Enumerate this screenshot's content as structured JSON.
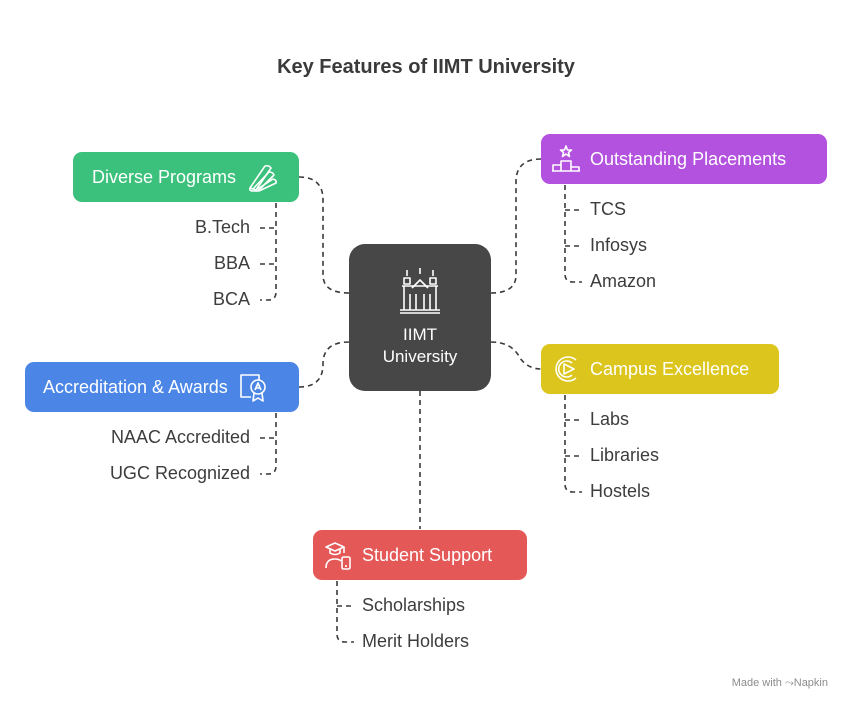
{
  "title": "Key Features of IIMT University",
  "center": {
    "line1": "IIMT",
    "line2": "University",
    "icon": "university-building-icon"
  },
  "branches": {
    "diverse_programs": {
      "label": "Diverse Programs",
      "color": "#3cc17c",
      "icon": "book-fan-icon",
      "items": [
        "B.Tech",
        "BBA",
        "BCA"
      ]
    },
    "accreditation": {
      "label": "Accreditation & Awards",
      "color": "#4b86e6",
      "icon": "award-certificate-icon",
      "items": [
        "NAAC Accredited",
        "UGC Recognized"
      ]
    },
    "placements": {
      "label": "Outstanding Placements",
      "color": "#b452e0",
      "icon": "podium-star-icon",
      "items": [
        "TCS",
        "Infosys",
        "Amazon"
      ]
    },
    "campus": {
      "label": "Campus Excellence",
      "color": "#dcc51c",
      "icon": "campus-play-icon",
      "items": [
        "Labs",
        "Libraries",
        "Hostels"
      ]
    },
    "student_support": {
      "label": "Student Support",
      "color": "#e45858",
      "icon": "graduate-support-icon",
      "items": [
        "Scholarships",
        "Merit Holders"
      ]
    }
  },
  "footer": {
    "prefix": "Made with",
    "brand": "Napkin"
  }
}
